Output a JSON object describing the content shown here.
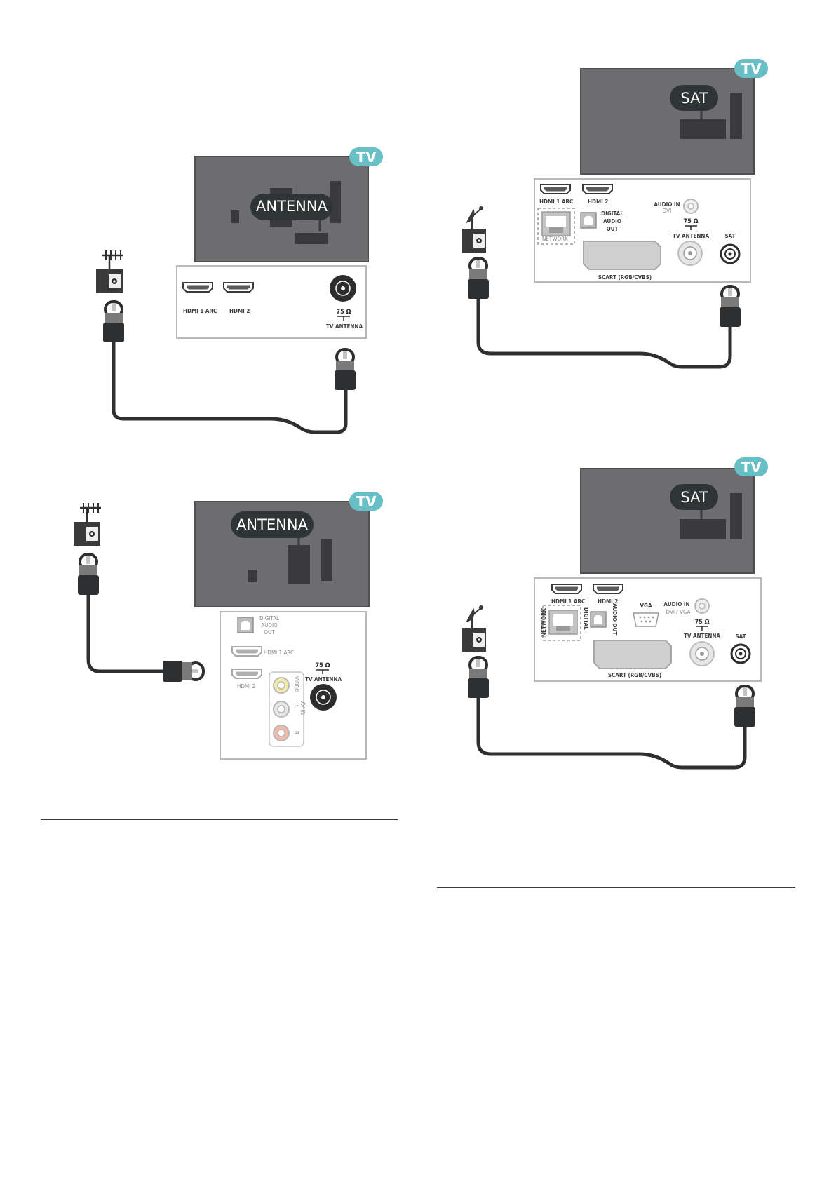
{
  "tv_badge": "TV",
  "diagrams": {
    "antenna_a": {
      "callout": "ANTENNA",
      "ports": {
        "hdmi1": "HDMI 1 ARC",
        "hdmi2": "HDMI 2",
        "ohm": "75 Ω",
        "antenna": "TV ANTENNA"
      }
    },
    "antenna_b": {
      "callout": "ANTENNA",
      "ports": {
        "digital_audio": [
          "DIGITAL",
          "AUDIO",
          "OUT"
        ],
        "hdmi1": "HDMI 1 ARC",
        "hdmi2": "HDMI 2",
        "ohm": "75 Ω",
        "antenna": "TV ANTENNA",
        "video": "VIDEO",
        "l": "L",
        "av_in": "AV IN",
        "r": "R"
      }
    },
    "sat_a": {
      "callout": "SAT",
      "ports": {
        "hdmi1": "HDMI 1 ARC",
        "hdmi2": "HDMI 2",
        "digital_audio": [
          "DIGITAL",
          "AUDIO",
          "OUT"
        ],
        "audio_in": "AUDIO IN",
        "dvi": "DVI",
        "network": "NETWORK",
        "ohm": "75 Ω",
        "antenna": "TV ANTENNA",
        "sat": "SAT",
        "scart": "SCART (RGB/CVBS)"
      }
    },
    "sat_b": {
      "callout": "SAT",
      "ports": {
        "hdmi1": "HDMI 1 ARC",
        "hdmi2": "HDMI 2",
        "vga": "VGA",
        "audio_in": "AUDIO IN",
        "dvi_vga": "DVI / VGA",
        "network": "NETWORK",
        "digital": "DIGITAL",
        "audio_out": "AUDIO OUT",
        "ohm": "75 Ω",
        "antenna": "TV ANTENNA",
        "sat": "SAT",
        "scart": "SCART (RGB/CVBS)"
      }
    }
  },
  "colors": {
    "tv_body": "#6d6d6f",
    "tv_edge": "#4e4e50",
    "callout": "#2f3535",
    "badge": "#66c0c6",
    "cable": "#2d2f30",
    "panel_border": "#b9b9b9"
  }
}
